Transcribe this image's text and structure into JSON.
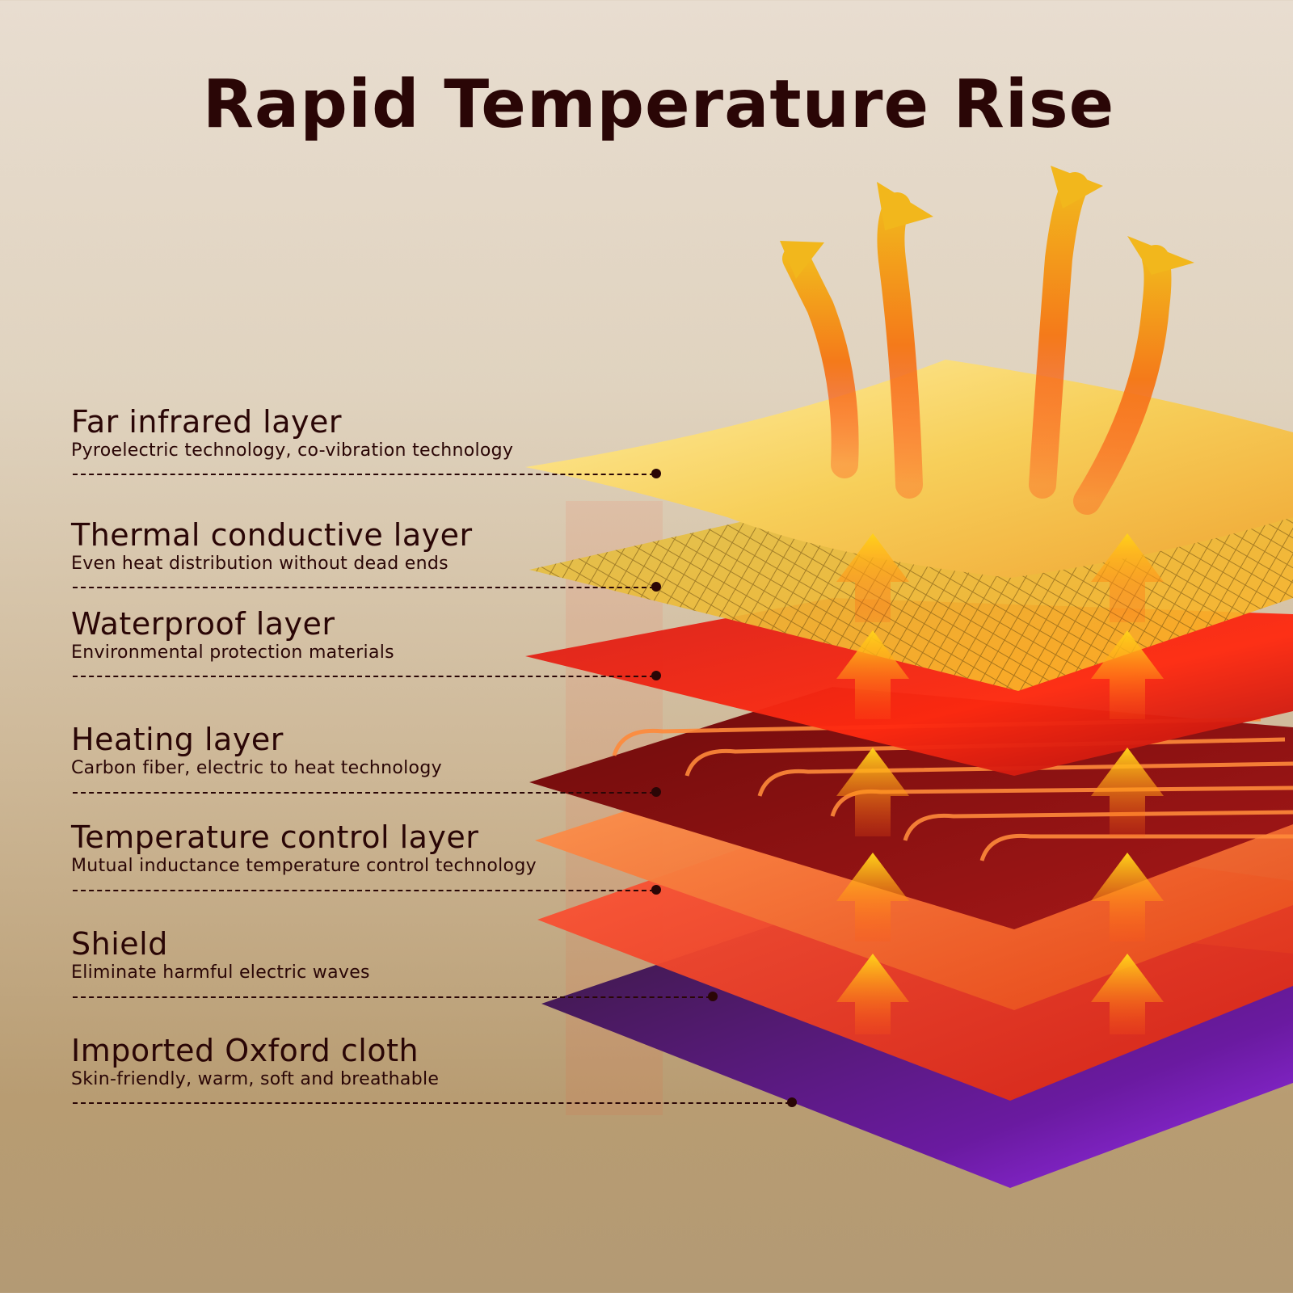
{
  "title": "Rapid Temperature Rise",
  "layers": [
    {
      "name": "Far infrared layer",
      "description": "Pyroelectric technology, co-vibration technology",
      "color": "#f4c85a"
    },
    {
      "name": "Thermal conductive layer",
      "description": "Even heat distribution without dead ends",
      "color": "#c9a235"
    },
    {
      "name": "Waterproof layer",
      "description": "Environmental protection materials",
      "color": "#e8241a"
    },
    {
      "name": "Heating layer",
      "description": "Carbon fiber, electric to heat technology",
      "color": "#8e1010"
    },
    {
      "name": "Temperature control layer",
      "description": "Mutual inductance temperature control technology",
      "color": "#f56a2a"
    },
    {
      "name": "Shield",
      "description": "Eliminate harmful electric waves",
      "color": "#e83a22"
    },
    {
      "name": "Imported Oxford cloth",
      "description": "Skin-friendly, warm, soft and breathable",
      "color": "#8a2be2"
    }
  ],
  "colors": {
    "text": "#2a0606",
    "arrow_top": "#ffd21a",
    "arrow_bottom": "#ff5a14"
  }
}
